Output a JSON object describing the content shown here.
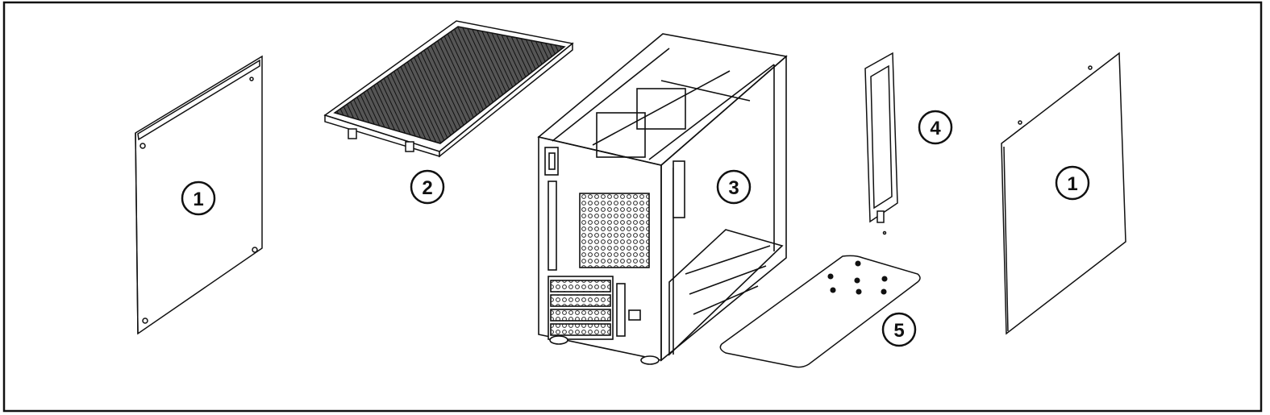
{
  "callouts": {
    "side_panel_left": "1",
    "top_filter": "2",
    "chassis": "3",
    "bracket": "4",
    "bottom_plate": "5",
    "side_panel_right": "1"
  },
  "colors": {
    "line": "#1a1a1a",
    "background": "#ffffff",
    "mesh": "#3a3a3a"
  }
}
